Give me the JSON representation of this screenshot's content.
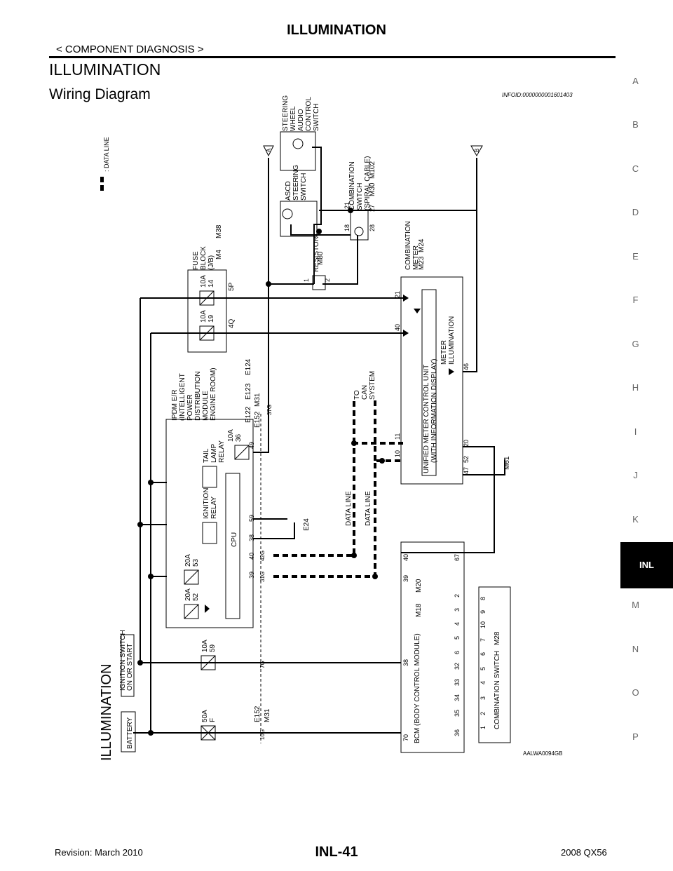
{
  "header": {
    "title": "ILLUMINATION",
    "section": "< COMPONENT DIAGNOSIS >",
    "main_heading": "ILLUMINATION",
    "sub_heading": "Wiring Diagram",
    "info_id": "INFOID:0000000001601403"
  },
  "side_index": {
    "letters": [
      "A",
      "B",
      "C",
      "D",
      "E",
      "F",
      "G",
      "H",
      "I",
      "J",
      "K",
      "INL",
      "M",
      "N",
      "O",
      "P"
    ],
    "active": "INL"
  },
  "diagram": {
    "title": "ILLUMINATION",
    "code": "AALWA0094GB",
    "legend": ": DATA LINE",
    "battery": "BATTERY",
    "ignition_switch": [
      "IGNITION SWITCH",
      "ON OR START"
    ],
    "fuses": {
      "f50a": [
        "50A",
        "F"
      ],
      "f10a_59": [
        "10A",
        "59"
      ],
      "f20a_52": [
        "20A",
        "52"
      ],
      "f20a_53": [
        "20A",
        "53"
      ],
      "f10a_36": [
        "10A",
        "36"
      ],
      "f10a_19": [
        "10A",
        "19"
      ],
      "f10a_14": [
        "10A",
        "14"
      ]
    },
    "connectors": {
      "e152_m31_a": [
        "E152",
        "M31"
      ],
      "e152_m31_b": [
        "E152",
        "M31"
      ],
      "e24": "E24",
      "m4": "M4",
      "m38": "M38",
      "m80": "M80",
      "m30": "M30",
      "m102": "M102",
      "m23": "M23",
      "m24": "M24",
      "m61": "M61",
      "m18": "M18",
      "m20": "M20",
      "m28": "M28",
      "e122": "E122",
      "e123": "E123",
      "e124": "E124",
      "j_10g": "10G",
      "j_7g": "7G",
      "j_31g": "31G",
      "j_42g": "42G",
      "j_37g": "37G",
      "j_5p": "5P",
      "j_4q": "4Q"
    },
    "ipdm": {
      "label": [
        "IPDM E/R",
        "(INTELLIGENT",
        "POWER",
        "DISTRIBUTION",
        "MODULE",
        "ENGINE ROOM)"
      ],
      "ignition_relay": [
        "IGNITION",
        "RELAY"
      ],
      "tail_lamp_relay": [
        "TAIL",
        "LAMP",
        "RELAY"
      ],
      "cpu": "CPU",
      "pins": [
        "49",
        "59",
        "38",
        "40",
        "39"
      ]
    },
    "fuse_block": [
      "FUSE",
      "BLOCK",
      "(J/B)"
    ],
    "bcm": {
      "label": "BCM (BODY CONTROL MODULE)",
      "pins_top": [
        "70",
        "38",
        "39",
        "40",
        "67"
      ],
      "pins_bottom": [
        "36",
        "35",
        "34",
        "33",
        "32",
        "6",
        "5",
        "4",
        "3",
        "2"
      ]
    },
    "combination_switch": {
      "label": "COMBINATION SWITCH",
      "pins": [
        "1",
        "2",
        "3",
        "4",
        "5",
        "6",
        "7",
        "10",
        "9",
        "8"
      ]
    },
    "meter": {
      "label": [
        "COMBINATION",
        "METER"
      ],
      "unit": [
        "UNIFIED METER CONTROL UNIT",
        "(WITH INFORMATION DISPLAY)"
      ],
      "illum": [
        "METER",
        "ILLUMINATION"
      ],
      "pins": [
        "21",
        "40",
        "46",
        "11",
        "10",
        "20",
        "47",
        "52"
      ]
    },
    "resistor": {
      "label": "RESISTOR",
      "pins": [
        "1",
        "2"
      ]
    },
    "comb_switch_spiral": {
      "label": [
        "COMBINATION",
        "SWITCH",
        "(SPIRAL CABLE)"
      ],
      "pins": [
        "18",
        "21",
        "28",
        "27"
      ]
    },
    "ascd": [
      "ASCD",
      "STEERING",
      "SWITCH"
    ],
    "audio": [
      "STEERING",
      "WHEEL",
      "AUDIO",
      "CONTROL",
      "SWITCH"
    ],
    "can": [
      "TO",
      "CAN",
      "SYSTEM"
    ],
    "data_line": "DATA LINE",
    "markers": [
      "A",
      "B"
    ]
  },
  "footer": {
    "revision": "Revision: March 2010",
    "page": "INL-41",
    "model": "2008 QX56"
  }
}
